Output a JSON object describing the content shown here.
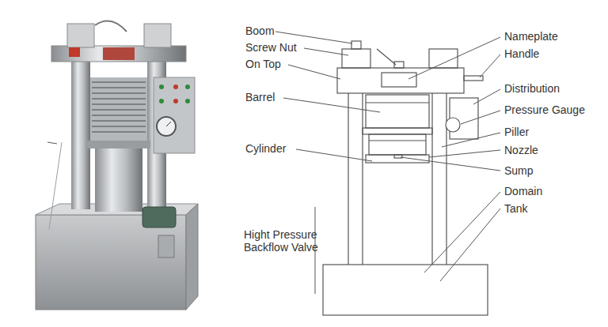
{
  "diagram": {
    "labels": [
      "Boom",
      "Screw Nut",
      "On Top",
      "Barrel",
      "Cylinder",
      "Hight Pressure Backflow Valve",
      "Nameplate",
      "Handle",
      "Distribution",
      "Pressure Gauge",
      "Piller",
      "Nozzle",
      "Sump",
      "Domain",
      "Tank"
    ]
  }
}
